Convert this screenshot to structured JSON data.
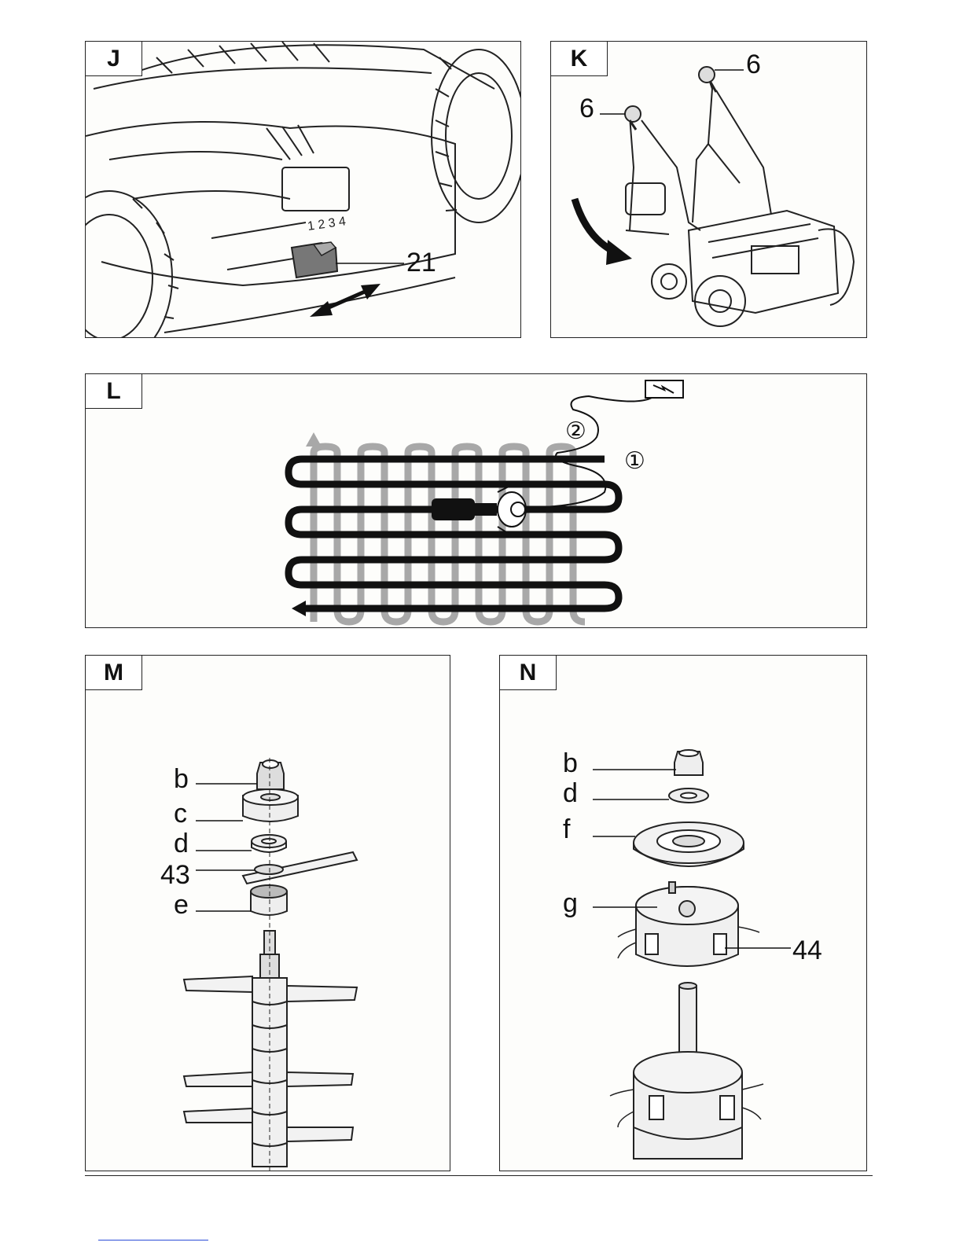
{
  "panels": {
    "J": {
      "tag": "J",
      "labels": {
        "switch": "21"
      },
      "scale_digits": "1 2 3 4"
    },
    "K": {
      "tag": "K",
      "labels": {
        "knob_left": "6",
        "knob_right": "6"
      }
    },
    "L": {
      "tag": "L",
      "labels": {
        "path_1": "①",
        "path_2": "②"
      }
    },
    "M": {
      "tag": "M",
      "labels": {
        "b": "b",
        "c": "c",
        "d": "d",
        "n43": "43",
        "e": "e"
      }
    },
    "N": {
      "tag": "N",
      "labels": {
        "b": "b",
        "d": "d",
        "f": "f",
        "g": "g",
        "n44": "44"
      }
    }
  },
  "colors": {
    "line": "#111111",
    "grey_path": "#a8a8a8",
    "footer_link": "#2a4bd7"
  }
}
